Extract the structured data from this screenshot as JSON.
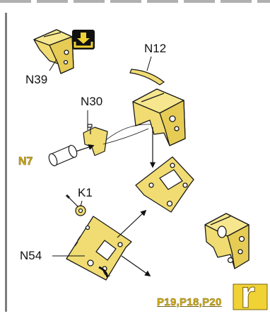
{
  "parts": {
    "n39": "N39",
    "n12": "N12",
    "n30": "N30",
    "n7": "N7",
    "k1": "K1",
    "n54": "N54"
  },
  "footer": {
    "page_refs": "P19,P18,P20",
    "letter": "r"
  },
  "icons": {
    "install": "down-arrow-tray-icon"
  },
  "colors": {
    "part_fill": "#f0dc72",
    "part_stroke": "#1a1a1a",
    "accent": "#d8b51a",
    "frame": "#7d7d7d"
  }
}
